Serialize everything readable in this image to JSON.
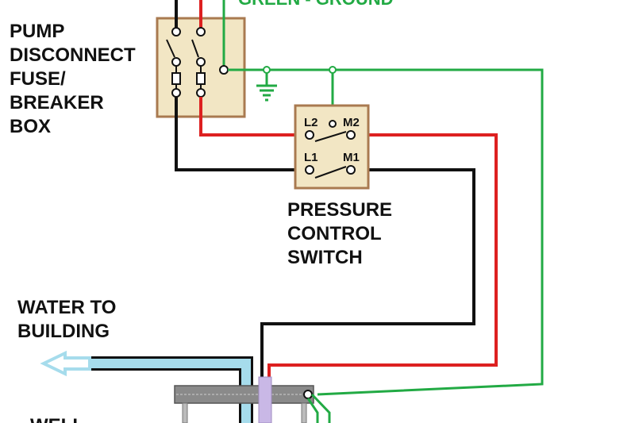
{
  "colors": {
    "hot_red": "#dd2020",
    "hot_black": "#111111",
    "ground_green": "#22aa44",
    "box_fill": "#f2e6c4",
    "box_border": "#a97a50",
    "water_pipe": "#a6dcec",
    "well_casing": "#c8c8d8",
    "well_cap": "#7a7a7a",
    "wire_casing": "#c9b8e6"
  },
  "labels": {
    "top_partial": "GREEN - GROUND",
    "pump_disconnect": [
      "PUMP",
      "DISCONNECT",
      "FUSE/",
      "BREAKER",
      "BOX"
    ],
    "pressure_control": [
      "PRESSURE",
      "CONTROL",
      "SWITCH"
    ],
    "water_to_building": [
      "WATER TO",
      "BUILDING"
    ],
    "well_partial": "WELL"
  },
  "terminals": {
    "l2": "L2",
    "m2": "M2",
    "l1": "L1",
    "m1": "M1"
  },
  "icons": {
    "ground": "ground-symbol-icon",
    "arrow": "water-flow-arrow-icon",
    "switch": "switch-contact-icon",
    "fuse": "fuse-icon"
  }
}
